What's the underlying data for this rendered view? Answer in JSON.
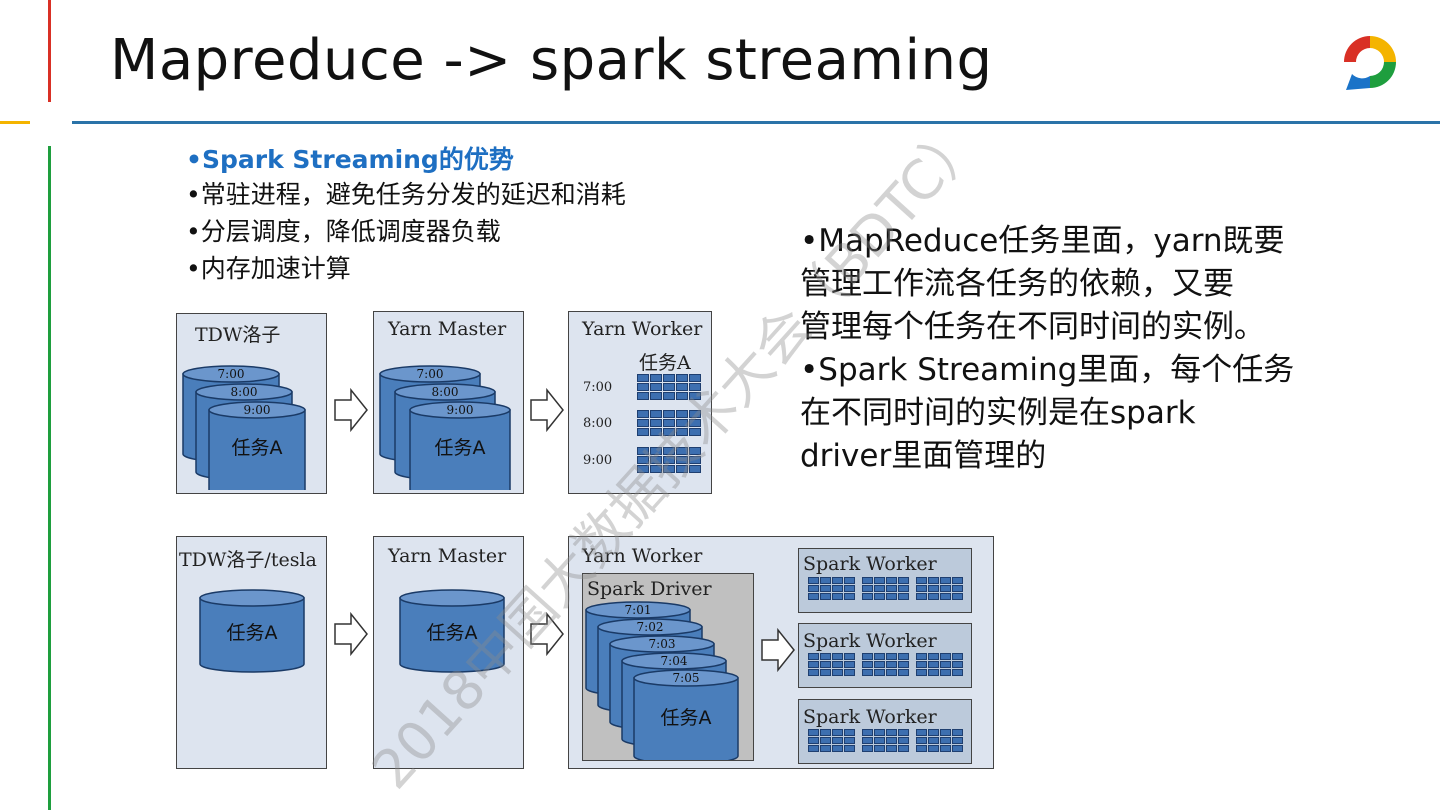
{
  "slide": {
    "title": "Mapreduce -> spark streaming"
  },
  "bullets_left": {
    "heading": "•Spark Streaming的优势",
    "items": [
      "•常驻进程，避免任务分发的延迟和消耗",
      "•分层调度，降低调度器负载",
      "•内存加速计算"
    ]
  },
  "bullets_right": {
    "lines": [
      "•MapReduce任务里面，yarn既要",
      "管理工作流各任务的依赖，又要",
      "管理每个任务在不同时间的实例。",
      "•Spark Streaming里面，每个任务",
      "在不同时间的实例是在spark",
      "driver里面管理的"
    ]
  },
  "diagram_top": {
    "box1_label": "TDW洛子",
    "box2_label": "Yarn Master",
    "box3_label": "Yarn Worker",
    "task_label": "任务A",
    "cyl_times": [
      "7:00",
      "8:00",
      "9:00"
    ],
    "worker_times": [
      "7:00",
      "8:00",
      "9:00"
    ]
  },
  "diagram_bottom": {
    "box1_label": "TDW洛子/tesla",
    "box2_label": "Yarn Master",
    "box3_label": "Yarn Worker",
    "driver_label": "Spark Driver",
    "task_label": "任务A",
    "driver_times": [
      "7:01",
      "7:02",
      "7:03",
      "7:04",
      "7:05"
    ],
    "spark_worker_label": "Spark Worker"
  },
  "watermark": "2018中国大数据技术大会（BDTC）",
  "colors": {
    "title_line": "#2a73a8",
    "heading_blue": "#1e6fc2",
    "cylinder": "#4a7ebb",
    "box_bg": "#dde4ef",
    "driver_bg": "#c0c0c0"
  },
  "logo": "bdtc-logo-icon"
}
